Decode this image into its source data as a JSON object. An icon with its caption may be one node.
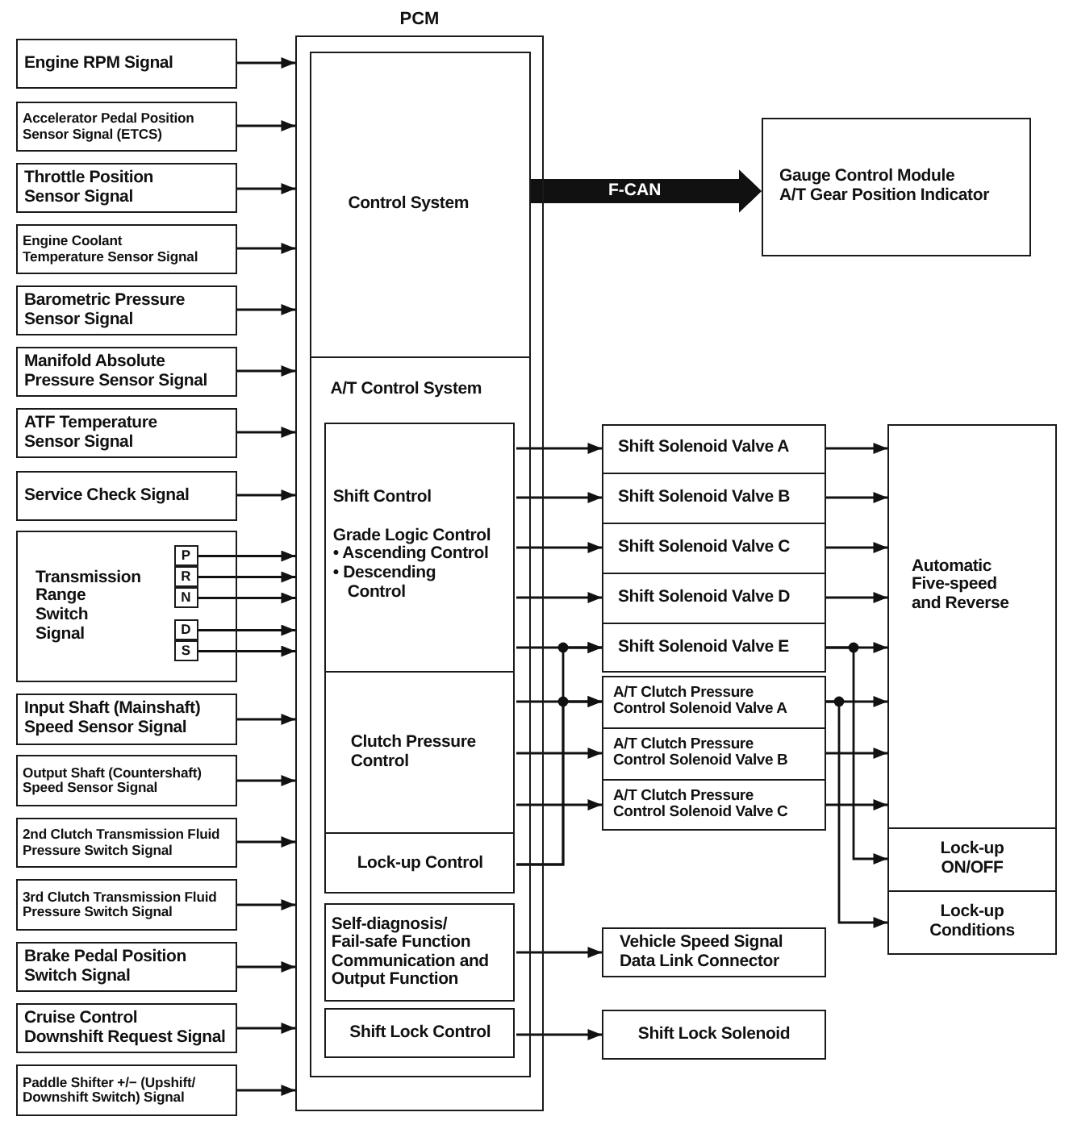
{
  "diagram": {
    "nodes": [
      {
        "text": [
          "Engine RPM Signal"
        ]
      },
      {
        "text": [
          "Accelerator Pedal Position Sensor Signal (ETCS)"
        ]
      },
      {
        "text": [
          "Throttle Position Sensor Signal"
        ]
      },
      {
        "text": [
          "Engine Coolant Temperature Sensor Signal"
        ]
      },
      {
        "text": [
          "Barometric Pressure Sensor Signal"
        ]
      },
      {
        "text": [
          "Manifold Absolute Pressure Sensor Signal"
        ]
      },
      {
        "text": [
          "ATF Temperature Sensor Signal"
        ]
      },
      {
        "text": [
          "Service Check Signal"
        ]
      },
      {
        "text": [
          "Transmission Range Switch Signal"
        ]
      },
      {
        "text": [
          "P"
        ],
        "in": 8
      },
      {
        "text": [
          "R"
        ],
        "in": 8
      },
      {
        "text": [
          "N"
        ],
        "in": 8
      },
      {
        "text": [
          "D"
        ],
        "in": 8
      },
      {
        "text": [
          "S"
        ],
        "in": 8
      },
      {
        "text": [
          "Input Shaft (Mainshaft) Speed Sensor Signal"
        ]
      },
      {
        "text": [
          "Output Shaft (Countershaft) Speed Sensor Signal"
        ]
      },
      {
        "text": [
          "2nd Clutch Transmission Fluid Pressure Switch Signal"
        ]
      },
      {
        "text": [
          "3rd Clutch Transmission Fluid Pressure Switch Signal"
        ]
      },
      {
        "text": [
          "Brake Pedal Position Switch Signal"
        ]
      },
      {
        "text": [
          "Cruise Control Downshift Request Signal"
        ]
      },
      {
        "text": [
          "Paddle Shifter +/− (Upshift/ Downshift Switch) Signal"
        ]
      },
      {
        "text": [
          "PCM"
        ]
      },
      {
        "text": [
          "Control System"
        ],
        "in": 21
      },
      {
        "text": [
          "A/T Control System"
        ],
        "in": 21
      },
      {
        "text": [
          "Shift Control",
          "Grade Logic Control",
          "• Ascending Control",
          "• Descending Control"
        ],
        "in": 23
      },
      {
        "text": [
          "Clutch Pressure Control"
        ],
        "in": 23
      },
      {
        "text": [
          "Lock-up Control"
        ],
        "in": 23
      },
      {
        "text": [
          "Self-diagnosis/ Fail-safe Function Communication and Output Function"
        ],
        "in": 23
      },
      {
        "text": [
          "Shift Lock Control"
        ],
        "in": 23
      },
      {
        "text": [
          "Gauge Control Module",
          "A/T Gear Position Indicator"
        ]
      },
      {
        "text": [
          "Shift Solenoid Valve A"
        ]
      },
      {
        "text": [
          "Shift Solenoid Valve B"
        ]
      },
      {
        "text": [
          "Shift Solenoid Valve C"
        ]
      },
      {
        "text": [
          "Shift Solenoid Valve D"
        ]
      },
      {
        "text": [
          "Shift Solenoid Valve E"
        ]
      },
      {
        "text": [
          "A/T Clutch Pressure Control Solenoid Valve A"
        ]
      },
      {
        "text": [
          "A/T Clutch Pressure Control Solenoid Valve B"
        ]
      },
      {
        "text": [
          "A/T Clutch Pressure Control Solenoid Valve C"
        ]
      },
      {
        "text": [
          "Automatic Five-speed and Reverse"
        ]
      },
      {
        "text": [
          "Lock-up ON/OFF"
        ]
      },
      {
        "text": [
          "Lock-up Conditions"
        ]
      },
      {
        "text": [
          "Vehicle Speed Signal Data Link Connector"
        ]
      },
      {
        "text": [
          "Shift Lock Solenoid"
        ]
      }
    ],
    "edges": [
      {
        "from": 0,
        "to": 21,
        "arrow": "to"
      },
      {
        "from": 1,
        "to": 21,
        "arrow": "to"
      },
      {
        "from": 2,
        "to": 21,
        "arrow": "to"
      },
      {
        "from": 3,
        "to": 21,
        "arrow": "to"
      },
      {
        "from": 4,
        "to": 21,
        "arrow": "to"
      },
      {
        "from": 5,
        "to": 21,
        "arrow": "to"
      },
      {
        "from": 6,
        "to": 21,
        "arrow": "to"
      },
      {
        "from": 7,
        "to": 21,
        "arrow": "to"
      },
      {
        "from": 9,
        "to": 21,
        "arrow": "to"
      },
      {
        "from": 10,
        "to": 21,
        "arrow": "to"
      },
      {
        "from": 11,
        "to": 21,
        "arrow": "to"
      },
      {
        "from": 12,
        "to": 21,
        "arrow": "to"
      },
      {
        "from": 13,
        "to": 21,
        "arrow": "to"
      },
      {
        "from": 14,
        "to": 21,
        "arrow": "to"
      },
      {
        "from": 15,
        "to": 21,
        "arrow": "to"
      },
      {
        "from": 16,
        "to": 21,
        "arrow": "to"
      },
      {
        "from": 17,
        "to": 21,
        "arrow": "to"
      },
      {
        "from": 18,
        "to": 21,
        "arrow": "to"
      },
      {
        "from": 19,
        "to": 21,
        "arrow": "to"
      },
      {
        "from": 20,
        "to": 21,
        "arrow": "to"
      },
      {
        "from": 22,
        "to": 29,
        "arrow": "to",
        "label": "F-CAN",
        "style": "thick"
      },
      {
        "from": 24,
        "to": 30,
        "arrow": "to"
      },
      {
        "from": 24,
        "to": 31,
        "arrow": "to"
      },
      {
        "from": 24,
        "to": 32,
        "arrow": "to"
      },
      {
        "from": 24,
        "to": 33,
        "arrow": "to"
      },
      {
        "from": 24,
        "to": 34,
        "arrow": "to"
      },
      {
        "from": 25,
        "to": 35,
        "arrow": "to"
      },
      {
        "from": 25,
        "to": 36,
        "arrow": "to"
      },
      {
        "from": 25,
        "to": 37,
        "arrow": "to"
      },
      {
        "from": 26,
        "to": 34,
        "arrow": "to"
      },
      {
        "from": 26,
        "to": 35,
        "arrow": "to"
      },
      {
        "from": 27,
        "to": 41,
        "arrow": "to"
      },
      {
        "from": 28,
        "to": 42,
        "arrow": "to"
      },
      {
        "from": 30,
        "to": 38,
        "arrow": "to"
      },
      {
        "from": 31,
        "to": 38,
        "arrow": "to"
      },
      {
        "from": 32,
        "to": 38,
        "arrow": "to"
      },
      {
        "from": 33,
        "to": 38,
        "arrow": "to"
      },
      {
        "from": 34,
        "to": 38,
        "arrow": "to"
      },
      {
        "from": 35,
        "to": 38,
        "arrow": "to"
      },
      {
        "from": 36,
        "to": 38,
        "arrow": "to"
      },
      {
        "from": 37,
        "to": 38,
        "arrow": "to"
      },
      {
        "from": 34,
        "to": 39,
        "arrow": "to"
      },
      {
        "from": 35,
        "to": 40,
        "arrow": "to"
      }
    ]
  }
}
